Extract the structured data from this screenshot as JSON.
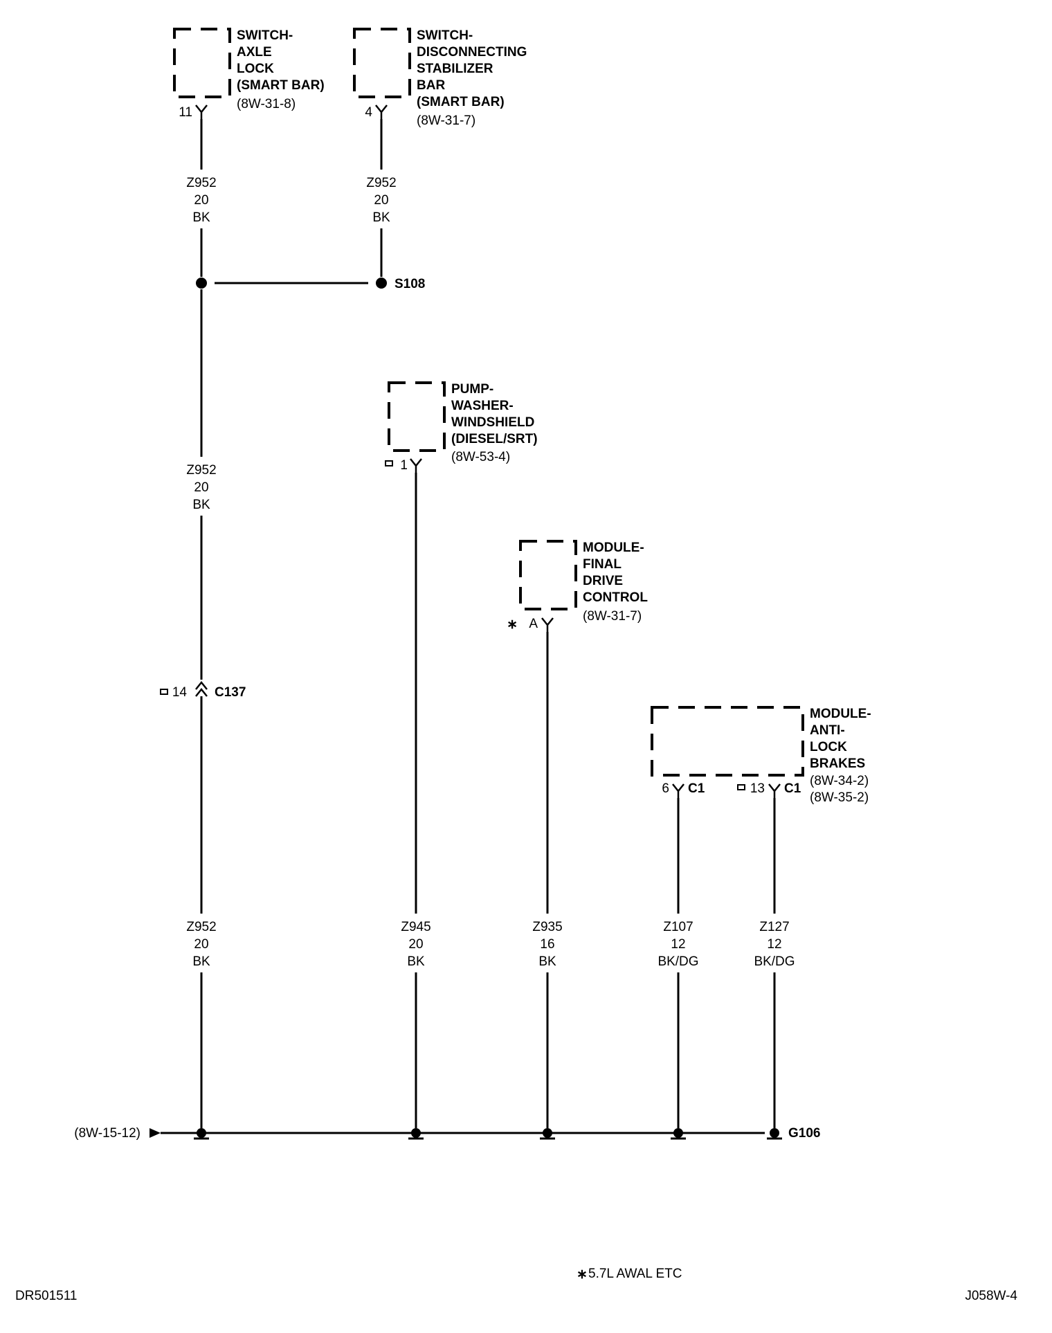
{
  "components": {
    "axle_lock": [
      "SWITCH-",
      "AXLE",
      "LOCK",
      "(SMART BAR)",
      "(8W-31-8)"
    ],
    "stabilizer": [
      "SWITCH-",
      "DISCONNECTING",
      "STABILIZER",
      "BAR",
      "(SMART BAR)",
      "(8W-31-7)"
    ],
    "washer_pump": [
      "PUMP-",
      "WASHER-",
      "WINDSHIELD",
      "(DIESEL/SRT)",
      "(8W-53-4)"
    ],
    "final_drive": [
      "MODULE-",
      "FINAL",
      "DRIVE",
      "CONTROL",
      "(8W-31-7)"
    ],
    "abs": [
      "MODULE-",
      "ANTI-",
      "LOCK",
      "BRAKES",
      "(8W-34-2)",
      "(8W-35-2)"
    ]
  },
  "pins": {
    "axle_lock": "11",
    "stabilizer": "4",
    "washer_pump": "1",
    "final_drive": "A",
    "abs_6": "6",
    "abs_6_conn": "C1",
    "abs_13": "13",
    "abs_13_conn": "C1"
  },
  "wires": {
    "z952_axle": [
      "Z952",
      "20",
      "BK"
    ],
    "z952_stab": [
      "Z952",
      "20",
      "BK"
    ],
    "z952_mid": [
      "Z952",
      "20",
      "BK"
    ],
    "z952_low": [
      "Z952",
      "20",
      "BK"
    ],
    "z945": [
      "Z945",
      "20",
      "BK"
    ],
    "z935": [
      "Z935",
      "16",
      "BK"
    ],
    "z107": [
      "Z107",
      "12",
      "BK/DG"
    ],
    "z127": [
      "Z127",
      "12",
      "BK/DG"
    ]
  },
  "splice": "S108",
  "connector": {
    "pin": "14",
    "name": "C137"
  },
  "ground": "G106",
  "ref_arrow": "(8W-15-12)",
  "footnote": "5.7L AWAL ETC",
  "footnote_mark": "∗",
  "doc_id_left": "DR501511",
  "doc_id_right": "J058W-4"
}
